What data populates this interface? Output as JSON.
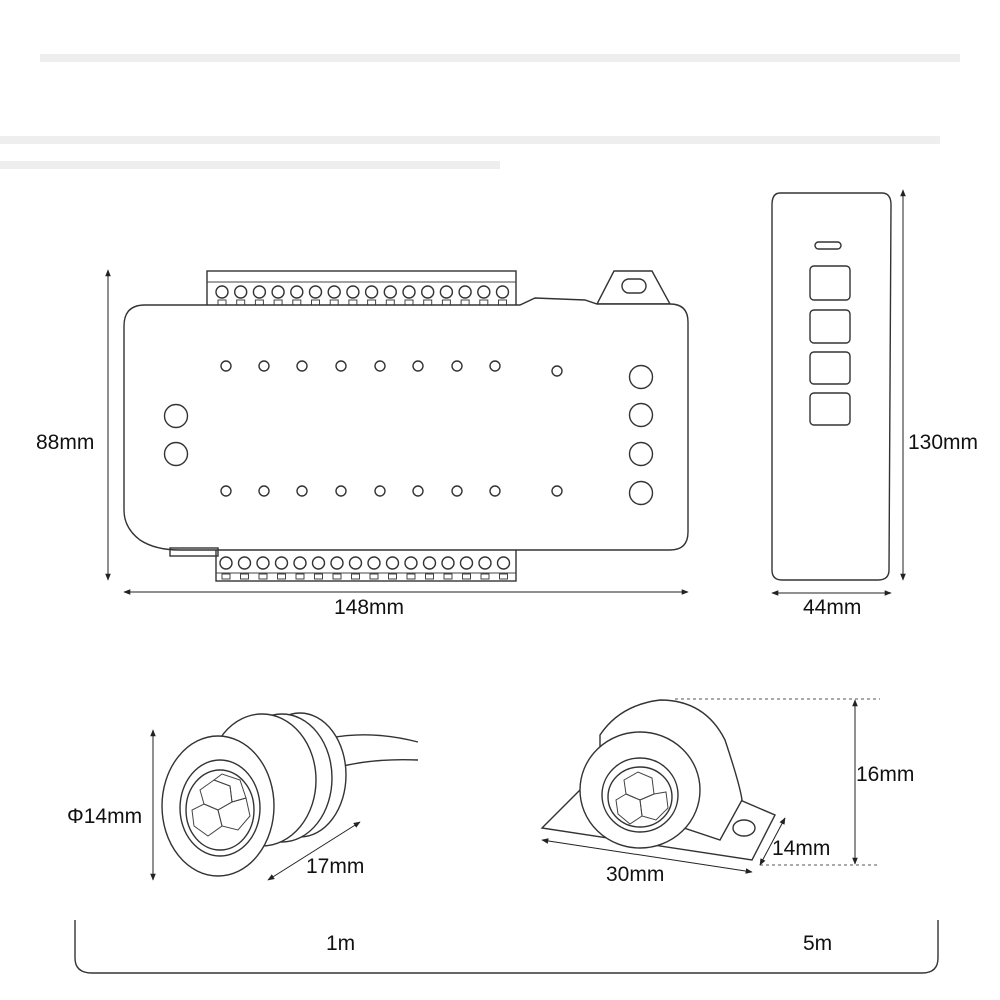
{
  "dimensions": {
    "controller_height": "88mm",
    "controller_width": "148mm",
    "remote_height": "130mm",
    "remote_width": "44mm",
    "sensor_round_diameter": "Φ14mm",
    "sensor_round_depth": "17mm",
    "sensor_mount_height": "16mm",
    "sensor_mount_depth": "14mm",
    "sensor_mount_width": "30mm",
    "cable_length_a": "1m",
    "cable_length_b": "5m"
  },
  "colors": {
    "line": "#333333",
    "text": "#111111",
    "background": "#ffffff"
  }
}
